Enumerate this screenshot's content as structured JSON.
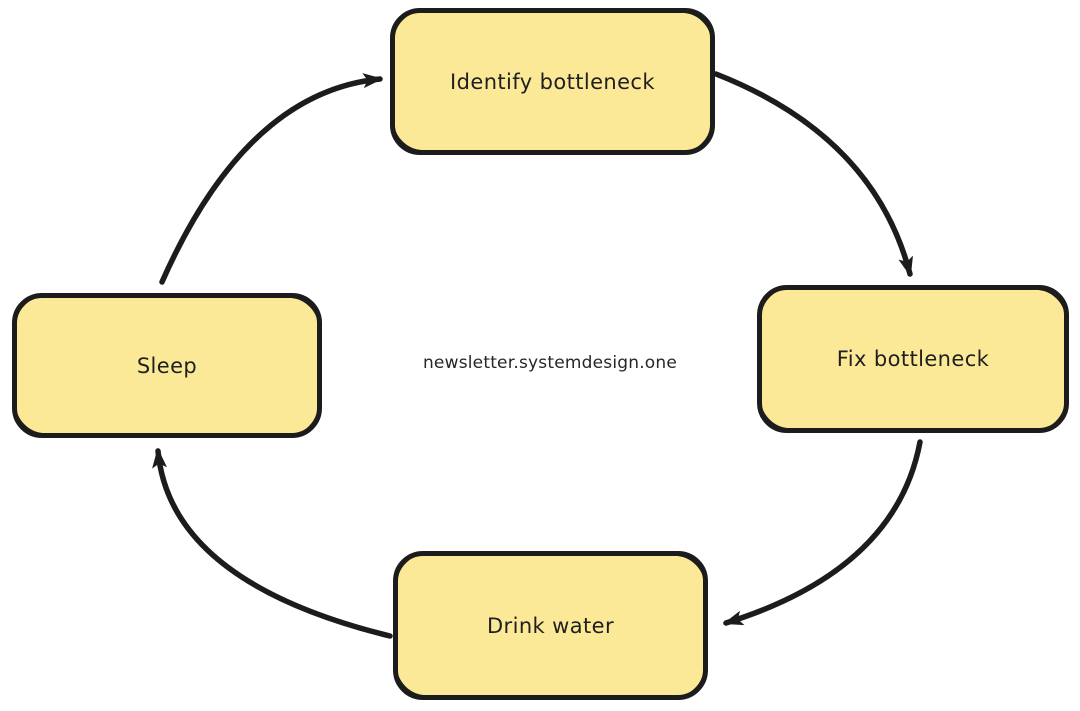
{
  "diagram": {
    "type": "cycle",
    "watermark": "newsletter.systemdesign.one",
    "nodes": [
      {
        "label": "Identify bottleneck",
        "position": "top"
      },
      {
        "label": "Fix bottleneck",
        "position": "right"
      },
      {
        "label": "Drink water",
        "position": "bottom"
      },
      {
        "label": "Sleep",
        "position": "left"
      }
    ],
    "edges": [
      {
        "from": "Sleep",
        "to": "Identify bottleneck"
      },
      {
        "from": "Identify bottleneck",
        "to": "Fix bottleneck"
      },
      {
        "from": "Fix bottleneck",
        "to": "Drink water"
      },
      {
        "from": "Drink water",
        "to": "Sleep"
      }
    ],
    "colors": {
      "node_fill": "#FCE998",
      "outline": "#1C1C1C",
      "background": "#FFFFFF",
      "text": "#1F1F1F"
    }
  }
}
